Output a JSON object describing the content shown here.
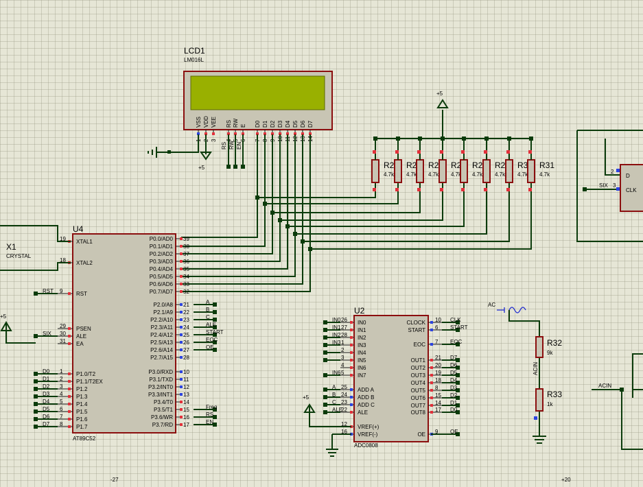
{
  "lcd": {
    "ref": "LCD1",
    "part": "LM016L",
    "power": "+5",
    "pins": [
      "VSS",
      "VDD",
      "VEE",
      "RS",
      "RW",
      "E",
      "D0",
      "D1",
      "D2",
      "D3",
      "D4",
      "D5",
      "D6",
      "D7"
    ],
    "pin_nums": [
      "1",
      "2",
      "3",
      "4",
      "5",
      "6",
      "7",
      "8",
      "9",
      "10",
      "11",
      "12",
      "13",
      "14"
    ],
    "net_labels": [
      "RS",
      "RW",
      "EN"
    ]
  },
  "mcu": {
    "ref": "U4",
    "part": "AT89C52",
    "left_pins": [
      "XTAL1",
      "XTAL2",
      "RST",
      "PSEN",
      "ALE",
      "EA",
      "P1.0/T2",
      "P1.1/T2EX",
      "P1.2",
      "P1.3",
      "P1.4",
      "P1.5",
      "P1.6",
      "P1.7"
    ],
    "left_nums": [
      "19",
      "18",
      "9",
      "29",
      "30",
      "31",
      "1",
      "2",
      "3",
      "4",
      "5",
      "6",
      "7",
      "8"
    ],
    "left_nets": [
      "RST",
      "SIX",
      "D0",
      "D1",
      "D2",
      "D3",
      "D4",
      "D5",
      "D6",
      "D7"
    ],
    "right_pins": [
      "P0.0/AD0",
      "P0.1/AD1",
      "P0.2/AD2",
      "P0.3/AD3",
      "P0.4/AD4",
      "P0.5/AD5",
      "P0.6/AD6",
      "P0.7/AD7",
      "P2.0/A8",
      "P2.1/A9",
      "P2.2/A10",
      "P2.3/A11",
      "P2.4/A12",
      "P2.5/A13",
      "P2.6/A14",
      "P2.7/A15",
      "P3.0/RXD",
      "P3.1/TXD",
      "P3.2/INT0",
      "P3.3/INT1",
      "P3.4/T0",
      "P3.5/T1",
      "P3.6/WR",
      "P3.7/RD"
    ],
    "right_nums": [
      "39",
      "38",
      "37",
      "36",
      "35",
      "34",
      "33",
      "32",
      "21",
      "22",
      "23",
      "24",
      "25",
      "26",
      "27",
      "28",
      "10",
      "11",
      "12",
      "13",
      "14",
      "15",
      "16",
      "17"
    ],
    "right_nets": [
      "A",
      "B",
      "C",
      "ALE",
      "START",
      "EOC",
      "OE",
      "Freq",
      "RS",
      "EN"
    ]
  },
  "crystal": {
    "ref": "X1",
    "part": "CRYSTAL"
  },
  "power_left": "+5",
  "resistor_pack": {
    "refs": [
      "R2",
      "R2",
      "R2",
      "R2",
      "R2",
      "R2",
      "R3",
      "R31"
    ],
    "values": [
      "4.7k",
      "4.7k",
      "4.7k",
      "4.7k",
      "4.7k",
      "4.7k",
      "4.7k",
      "4.7k"
    ],
    "power": "+5"
  },
  "adc": {
    "ref": "U2",
    "part": "ADC0808",
    "left_pins": [
      "IN0",
      "IN1",
      "IN2",
      "IN3",
      "IN4",
      "IN5",
      "IN6",
      "IN7",
      "ADD A",
      "ADD B",
      "ADD C",
      "ALE",
      "VREF(+)",
      "VREF(-)"
    ],
    "left_nums": [
      "26",
      "27",
      "28",
      "1",
      "2",
      "3",
      "4",
      "5",
      "25",
      "24",
      "23",
      "22",
      "12",
      "16"
    ],
    "left_nets": [
      "IN0",
      "IN1",
      "IN2",
      "IN3",
      "IN6",
      "A",
      "B",
      "C",
      "ALE"
    ],
    "right_pins": [
      "CLOCK",
      "START",
      "EOC",
      "OUT1",
      "OUT2",
      "OUT3",
      "OUT4",
      "OUT5",
      "OUT6",
      "OUT7",
      "OUT8",
      "OE"
    ],
    "right_nums": [
      "10",
      "6",
      "7",
      "21",
      "20",
      "19",
      "18",
      "8",
      "15",
      "14",
      "17",
      "9"
    ],
    "right_nets": [
      "CLK",
      "START",
      "EOC",
      "D7",
      "D6",
      "D5",
      "D4",
      "D3",
      "D2",
      "D1",
      "D0",
      "OE"
    ],
    "power": "+5"
  },
  "divider": {
    "source": "AC",
    "r_top": "R32",
    "r_top_val": "9k",
    "r_bot": "R33",
    "r_bot_val": "1k",
    "net": "ACIN",
    "net2": "ACIN"
  },
  "flipflop": {
    "pins": [
      "D",
      "CLK"
    ],
    "pin_nums": [
      "2",
      "3"
    ],
    "net": "SIX"
  },
  "coords": {
    "left": "-27",
    "right": "+20"
  }
}
